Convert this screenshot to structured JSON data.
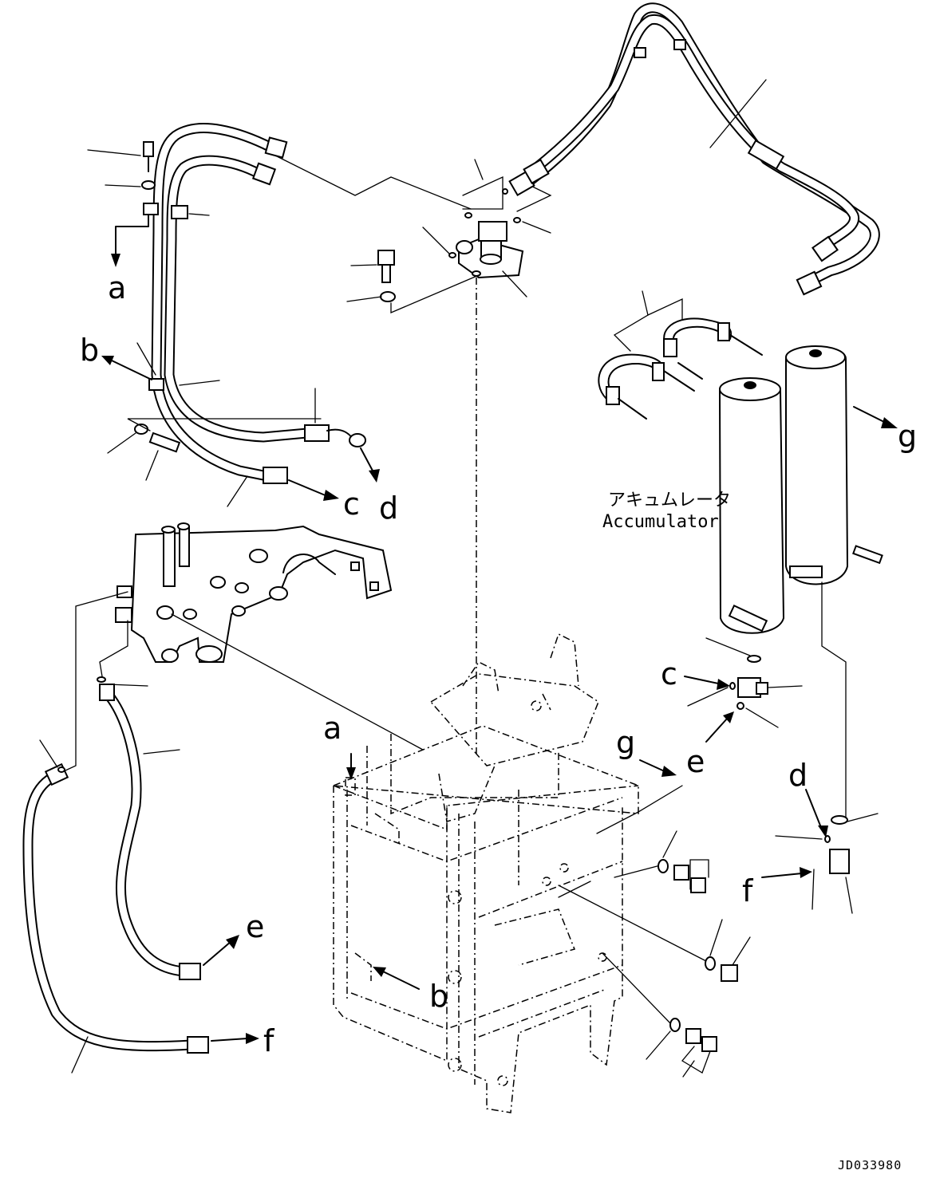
{
  "callouts": {
    "a_upper": "a",
    "a_lower": "a",
    "b_upper": "b",
    "b_lower": "b",
    "c_upper": "c",
    "c_lower": "c",
    "d_upper": "d",
    "d_lower": "d",
    "e_upper": "e",
    "e_lower": "e",
    "f_upper": "f",
    "f_lower": "f",
    "g_upper": "g",
    "g_lower": "g"
  },
  "accumulator": {
    "label_jp": "アキュムレータ",
    "label_en": "Accumulator"
  },
  "drawing_code": "JD033980"
}
